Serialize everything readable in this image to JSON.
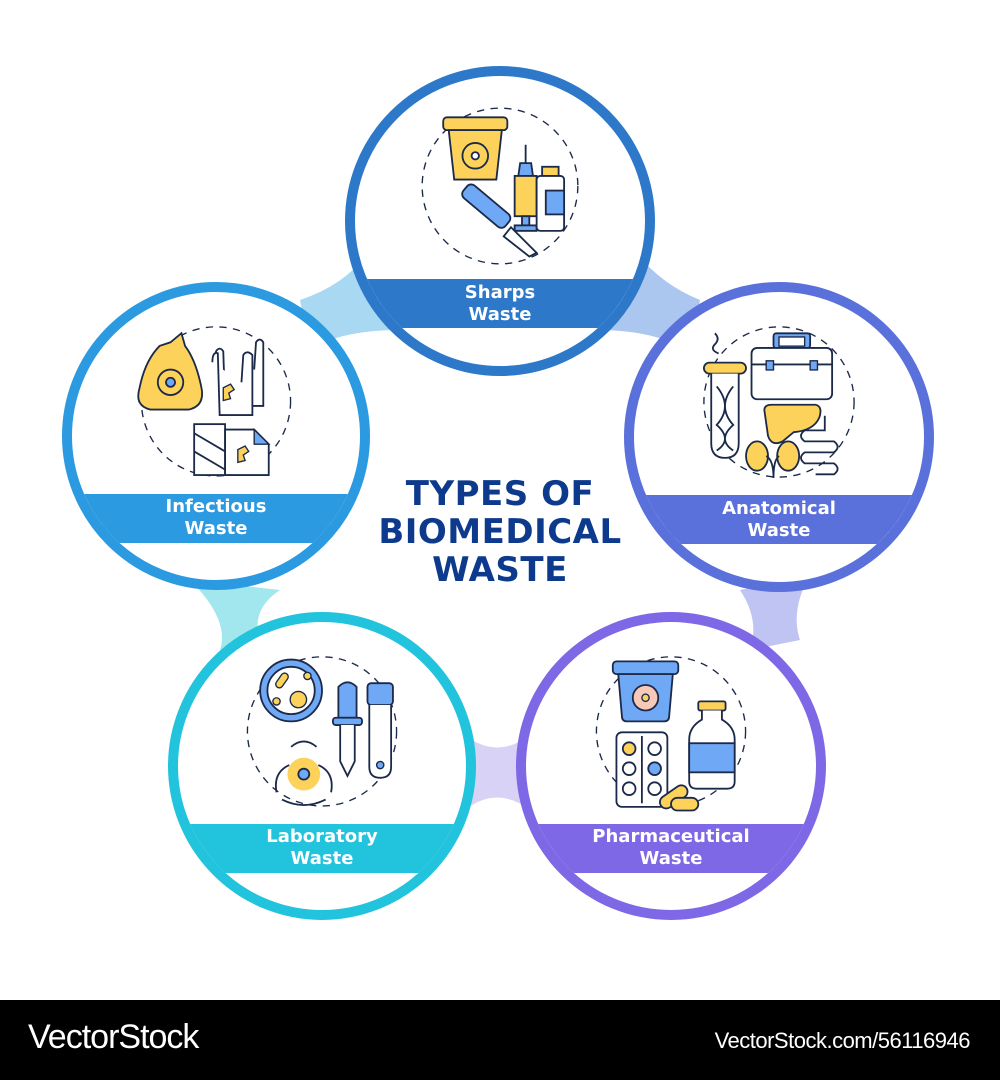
{
  "title": {
    "line1": "TYPES OF",
    "line2": "BIOMEDICAL",
    "line3": "WASTE",
    "color": "#0d3a8c"
  },
  "nodes": [
    {
      "id": "sharps",
      "line1": "Sharps",
      "line2": "Waste",
      "color": "#2d78c9",
      "icons": [
        "sharps-container-icon",
        "syringe-icon",
        "vial-icon",
        "scalpel-icon"
      ]
    },
    {
      "id": "infectious",
      "line1": "Infectious",
      "line2": "Waste",
      "color": "#2b9ae0",
      "icons": [
        "biohazard-bag-icon",
        "contaminated-gloves-icon",
        "soiled-bandage-icon"
      ]
    },
    {
      "id": "anatomical",
      "line1": "Anatomical",
      "line2": "Waste",
      "color": "#5a70db",
      "icons": [
        "dna-test-tube-icon",
        "organ-case-icon",
        "liver-icon",
        "kidneys-icon",
        "intestines-icon"
      ]
    },
    {
      "id": "laboratory",
      "line1": "Laboratory",
      "line2": "Waste",
      "color": "#22c3dc",
      "icons": [
        "petri-dish-icon",
        "pipette-icon",
        "test-tube-icon",
        "biohazard-symbol-icon"
      ]
    },
    {
      "id": "pharmaceutical",
      "line1": "Pharmaceutical",
      "line2": "Waste",
      "color": "#7e68e6",
      "icons": [
        "pharma-container-icon",
        "medicine-bottle-icon",
        "pill-blister-icon",
        "capsule-icon"
      ]
    }
  ],
  "palette": {
    "icon_yellow": "#fdd25a",
    "icon_blue": "#6fa8f5",
    "icon_outline": "#1c2a4a"
  },
  "footer": {
    "brand": "VectorStock",
    "reference": "VectorStock.com/56116946"
  }
}
